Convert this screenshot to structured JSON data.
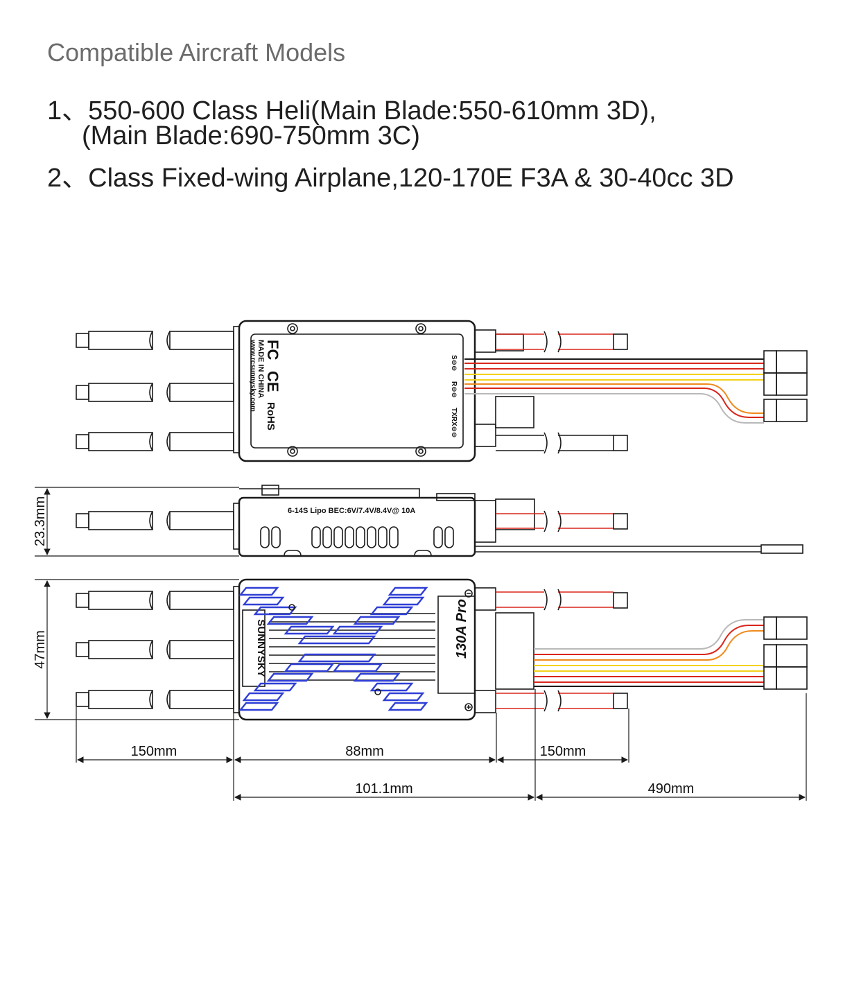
{
  "heading": "Compatible Aircraft Models",
  "items": [
    "1、550-600 Class Heli(Main Blade:550-610mm 3D),",
    "(Main Blade:690-750mm 3C)",
    "2、Class Fixed-wing Airplane,120-170E F3A & 30-40cc 3D"
  ],
  "diagram": {
    "top_view": {
      "marks": [
        "FC",
        "CE",
        "RoHS",
        "MADE IN CHINA",
        "www.rcsunnysky.com"
      ],
      "port_labels": [
        "S⊖⊖",
        "R⊖⊖",
        "TXRX⊖⊖"
      ]
    },
    "side_view": {
      "spec_label": "6-14S Lipo BEC:6V/7.4V/8.4V@ 10A"
    },
    "bottom_view": {
      "brand": "SUNNYSKY",
      "model": "130A Pro"
    },
    "dimensions": {
      "height": "23.3mm",
      "width": "47mm",
      "motor_wire": "150mm",
      "body_length": "88mm",
      "battery_wire": "150mm",
      "overall_length": "101.1mm",
      "signal_wire": "490mm"
    },
    "colors": {
      "outline": "#1a1a1a",
      "x_pattern": "#2f3fd6",
      "wire_red": "#d9261c",
      "wire_orange": "#f08a1e",
      "wire_yellow": "#f2d21b",
      "wire_brown": "#8b3a1a",
      "wire_white": "#b8b8b8"
    }
  }
}
